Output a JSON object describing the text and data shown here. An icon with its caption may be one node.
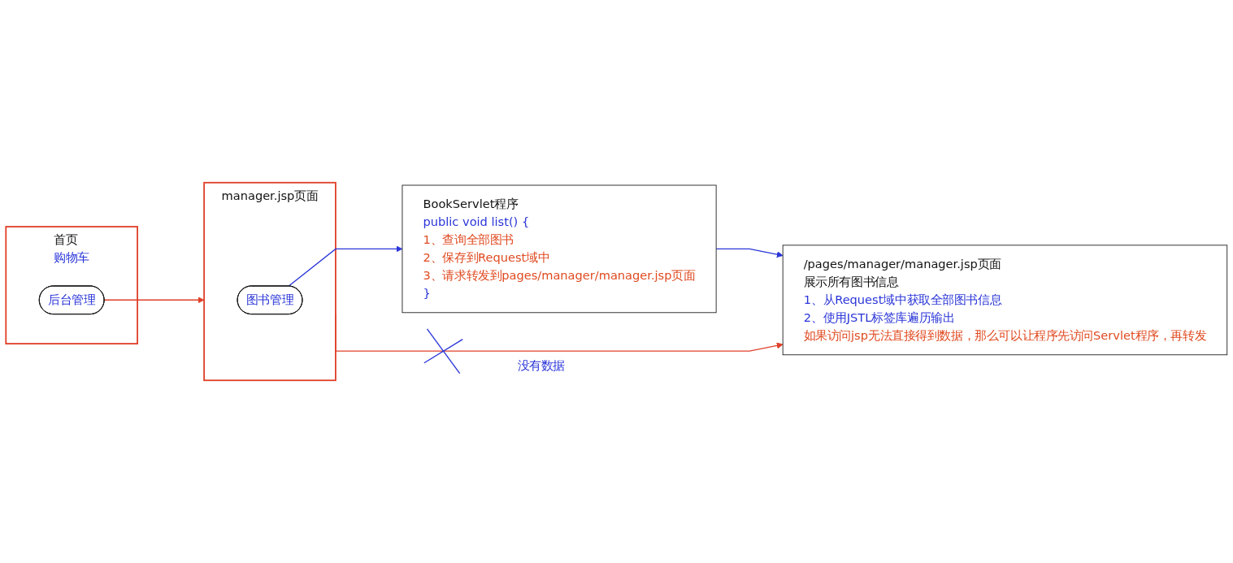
{
  "diagram": {
    "nodes": [
      {
        "text": [
          "首页",
          "购物车"
        ]
      },
      {
        "text": [
          "后台管理"
        ],
        "in": 0
      },
      {
        "text": [
          "manager.jsp页面"
        ]
      },
      {
        "text": [
          "图书管理"
        ],
        "in": 2
      },
      {
        "text": [
          "BookServlet程序",
          "public void list() {",
          "1、查询全部图书",
          "2、保存到Request域中",
          "3、请求转发到pages/manager/manager.jsp页面",
          "}"
        ]
      },
      {
        "text": [
          "/pages/manager/manager.jsp页面",
          "展示所有图书信息",
          "1、从Request域中获取全部图书信息",
          "2、使用JSTL标签库遍历输出",
          "如果访问jsp无法直接得到数据，那么可以让程序先访问Servlet程序，再转发"
        ]
      }
    ],
    "edges": [
      {
        "from": 1,
        "to": 2,
        "arrow": "to",
        "color": "#e0402a"
      },
      {
        "from": 3,
        "to": 4,
        "arrow": "to",
        "color": "#2a35d8"
      },
      {
        "from": 4,
        "to": 5,
        "arrow": "to",
        "color": "#2a35d8"
      },
      {
        "from": 2,
        "to": 5,
        "arrow": "to",
        "label": "没有数据",
        "color": "#e0402a"
      }
    ]
  }
}
